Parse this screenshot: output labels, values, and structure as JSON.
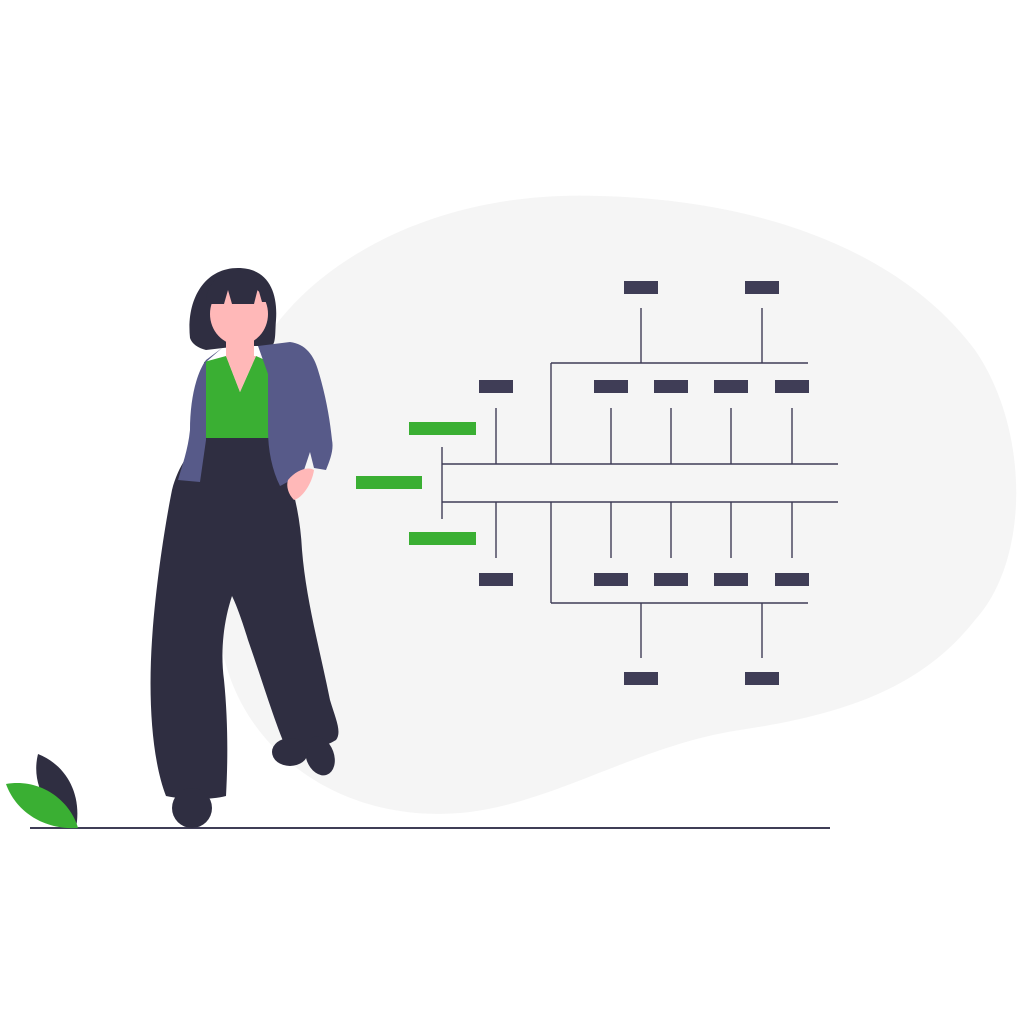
{
  "illustration": {
    "subject": "woman-standing-beside-hierarchy-diagram",
    "colors": {
      "background": "#ffffff",
      "blob": "#f5f5f5",
      "dark": "#3f3d56",
      "figure_dark": "#2f2e41",
      "accent": "#3aaf33",
      "jacket": "#575a89",
      "skin": "#ffb8b8",
      "line": "#3f3d56"
    },
    "diagram": {
      "accent_nodes": 3,
      "upper_branch_nodes": 7,
      "lower_branch_nodes": 7
    }
  }
}
